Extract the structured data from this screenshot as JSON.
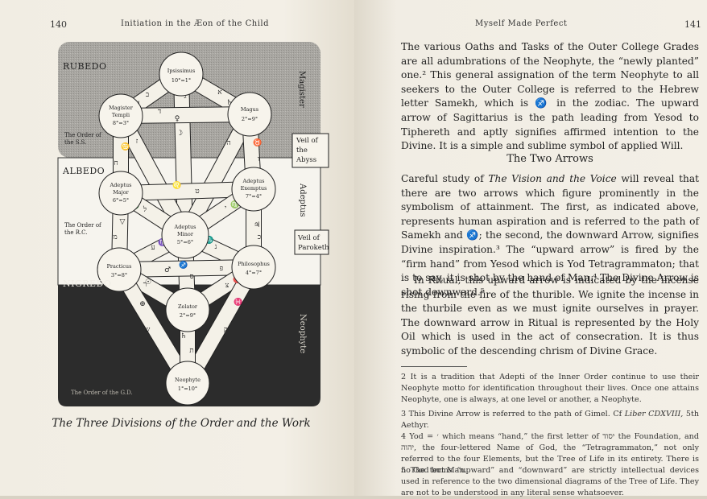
{
  "left_page": {
    "page_number": "140",
    "running_head": "Initiation in the Æon of the Child",
    "caption": "The Three Divisions of the Order and the Work",
    "diagram": {
      "divisions": {
        "rubedo": "RUBEDO",
        "albedo": "ALBEDO",
        "nigredo": "NIGREDO"
      },
      "side_labels": {
        "magister": "Magister",
        "adeptus": "Adeptus",
        "neophyte": "Neophyte"
      },
      "order_notes": {
        "ss": [
          "The Order of",
          "the S.S."
        ],
        "rc": [
          "The Order of",
          "the R.C."
        ],
        "gd": "The Order of the G.D."
      },
      "veils": {
        "abyss": [
          "Veil of",
          "the",
          "Abyss"
        ],
        "paroketh": [
          "Veil of",
          "Paroketh"
        ]
      },
      "sephiroth": {
        "ipsissimus": {
          "name": "Ipsissimus",
          "grade": "10°=1°"
        },
        "magus": {
          "name": "Magus",
          "grade": "2°=9°"
        },
        "magister_templi": {
          "name": [
            "Magister",
            "Templi"
          ],
          "grade": "8°=3°"
        },
        "adeptus_exemptus": {
          "name": [
            "Adeptus",
            "Exemptus"
          ],
          "grade": "7°=4°"
        },
        "adeptus_major": {
          "name": [
            "Adeptus",
            "Major"
          ],
          "grade": "6°=5°"
        },
        "adeptus_minor": {
          "name": [
            "Adeptus",
            "Minor"
          ],
          "grade": "5°=6°"
        },
        "philosophus": {
          "name": "Philosophus",
          "grade": "4°=7°"
        },
        "practicus": {
          "name": "Practicus",
          "grade": "3°=8°"
        },
        "zelator": {
          "name": "Zelator",
          "grade": "2°=9°"
        },
        "neophyte": {
          "name": "Neophyte",
          "grade": "1°=10°"
        }
      },
      "path_glyphs": {
        "p_ip_mt": "ב",
        "p_ip_mg": "א",
        "p_ip_tip": "ג",
        "p_mg_mt": "ד",
        "p_mg_tip": "ה",
        "p_mg_ex": "ו",
        "p_mt_tip": "ז",
        "p_mt_maj": "ח",
        "p_ex_maj": "ט",
        "p_ex_tip": "י",
        "p_ex_phil": "כ",
        "p_maj_tip": "ל",
        "p_maj_prac": "מ",
        "p_tip_phil": "נ",
        "p_tip_zel": "ס",
        "p_tip_prac": "ע",
        "p_phil_prac": "פ",
        "p_phil_zel": "צ",
        "p_phil_neo": "ק",
        "p_prac_zel": "ר",
        "p_prac_neo": "ש",
        "p_zel_neo": "ת",
        "z_ip_mt": "☿",
        "z_ip_mg": "♄",
        "z_ip_tip": "☽",
        "z_mg_mt": "♀",
        "z_mg_tip": "♒",
        "z_mg_ex": "♉",
        "z_mt_tip": "♊",
        "z_mt_maj": "♋",
        "z_ex_maj": "♌",
        "z_ex_tip": "♍",
        "z_ex_phil": "♃",
        "z_maj_tip": "♎",
        "z_maj_prac": "▽",
        "z_tip_phil": "♏",
        "z_tip_zel": "♐",
        "z_tip_prac": "♑",
        "z_phil_prac": "♂",
        "z_phil_zel": "♈",
        "z_phil_neo": "♓",
        "z_prac_zel": "☉",
        "z_prac_neo": "⊕",
        "z_zel_neo": "♄"
      }
    }
  },
  "right_page": {
    "page_number": "141",
    "running_head": "Myself Made Perfect",
    "paragraph_1": "The various Oaths and Tasks of the Outer College Grades are all adumbrations of the Neophyte, the “newly planted” one.² This general assignation of the term Neophyte to all seekers to the Outer College is referred to the Hebrew letter Samekh, which is ♐ in the zodiac. The upward arrow of Sagittarius is the path leading from Yesod to Tiphereth and aptly signifies affirmed intention to the Divine. It is a simple and sublime symbol of applied Will.",
    "section_heading": "The Two Arrows",
    "paragraph_2_start": "Careful study of ",
    "paragraph_2_title": "The Vision and the Voice",
    "paragraph_2_rest": " will reveal that there are two arrows which figure prominently in the symbolism of attainment. The first, as indicated above, represents human aspiration and is referred to the path of Samekh and ♐; the second, the downward Arrow, signifies Divine inspiration.³ The “upward arrow” is fired by the “firm hand” from Yesod which is Yod Tetragrammaton; that is to say, it is shot by the hand of Man.⁴ The Divine Arrow is shot downward.⁵",
    "paragraph_3": "In Ritual, this upward arrow is indicated by the incense rising from the fire of the thurible. We ignite the incense in the thurbile even as we must ignite ourselves in prayer. The downward arrow in Ritual is represented by the Holy Oil which is used in the act of consecration. It is thus symbolic of the descending chrism of Divine Grace.",
    "footnotes": {
      "fn2": "2 It is a tradition that Adepti of the Inner Order continue to use their Neophyte motto for identification throughout their lives. Once one attains Neophyte, one is always, at one level or another, a Neophyte.",
      "fn3_start": "3 This Divine Arrow is referred to the path of Gimel. Cf ",
      "fn3_title": "Liber CDXVIII,",
      "fn3_rest": " 5th Aethyr.",
      "fn4": "4 Yod = ׳ which means “hand,” the first letter of יסוד the Foundation, and יהוה, the four-lettered Name of God, the “Tetragrammaton,” not only referred to the four Elements, but the Tree of Life in its entirety. There is no God but Man.",
      "fn5": "5 The terms “upward” and “downward” are strictly intellectual devices used in reference to the two dimensional diagrams of the Tree of Life. They are not to be understood in any literal sense whatsoever."
    }
  }
}
